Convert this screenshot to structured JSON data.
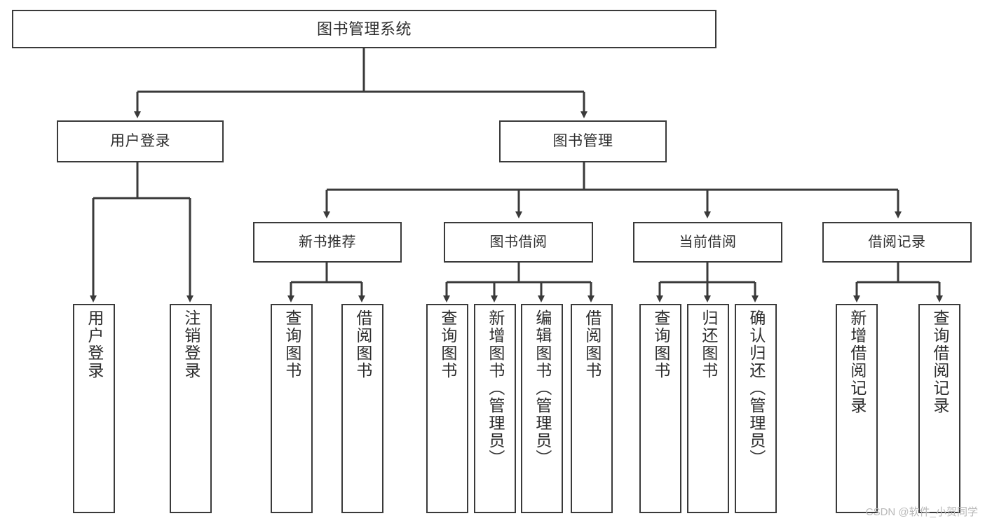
{
  "diagram": {
    "type": "tree-hierarchy-chart",
    "title": "图书管理系统",
    "colors": {
      "box_border": "#3a3a3a",
      "box_fill": "#ffffff",
      "connector": "#333333",
      "text": "#2e2e2e",
      "watermark": "#b9b9b9",
      "background": "#ffffff"
    },
    "root": {
      "label": "图书管理系统"
    },
    "level1": [
      {
        "label": "用户登录"
      },
      {
        "label": "图书管理"
      }
    ],
    "level2": [
      {
        "label": "新书推荐"
      },
      {
        "label": "图书借阅"
      },
      {
        "label": "当前借阅"
      },
      {
        "label": "借阅记录"
      }
    ],
    "leaves": {
      "user_login": [
        {
          "label": "用户登录"
        },
        {
          "label": "注销登录"
        }
      ],
      "new_book_recommend": [
        {
          "label": "查询图书"
        },
        {
          "label": "借阅图书"
        }
      ],
      "book_borrow": [
        {
          "label": "查询图书"
        },
        {
          "label": "新增图书（管理员）"
        },
        {
          "label": "编辑图书（管理员）"
        },
        {
          "label": "借阅图书"
        }
      ],
      "current_borrow": [
        {
          "label": "查询图书"
        },
        {
          "label": "归还图书"
        },
        {
          "label": "确认归还（管理员）"
        }
      ],
      "borrow_record": [
        {
          "label": "新增借阅记录"
        },
        {
          "label": "查询借阅记录"
        }
      ]
    }
  },
  "watermark": {
    "text": "CSDN @软件_小贺同学"
  }
}
